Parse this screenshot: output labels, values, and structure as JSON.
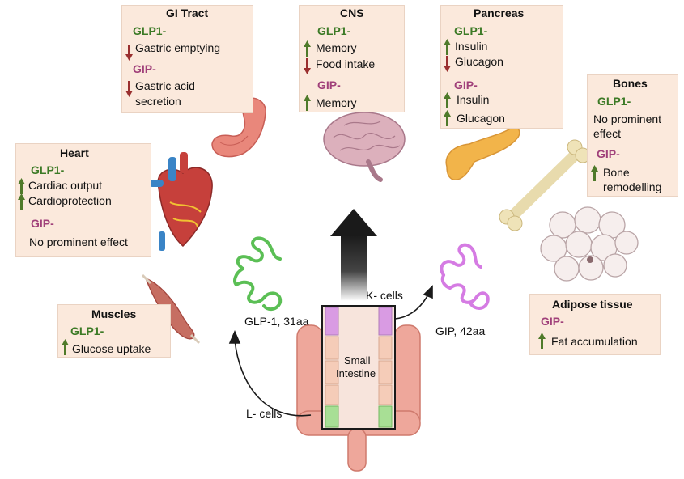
{
  "gi_tract": {
    "title": "GI Tract",
    "glp1_label": "GLP1-",
    "glp1_effects": [
      {
        "dir": "down",
        "text": "Gastric emptying"
      }
    ],
    "gip_label": "GIP-",
    "gip_effects": [
      {
        "dir": "down",
        "text": "Gastric acid"
      }
    ],
    "gip_effect_line2": "secretion"
  },
  "cns": {
    "title": "CNS",
    "glp1_label": "GLP1-",
    "glp1_effects": [
      {
        "dir": "up",
        "text": "Memory"
      },
      {
        "dir": "down",
        "text": "Food intake"
      }
    ],
    "gip_label": "GIP-",
    "gip_effects": [
      {
        "dir": "up",
        "text": "Memory"
      }
    ]
  },
  "pancreas": {
    "title": "Pancreas",
    "glp1_label": "GLP1-",
    "glp1_effects": [
      {
        "dir": "up",
        "text": "Insulin"
      },
      {
        "dir": "down",
        "text": "Glucagon"
      }
    ],
    "gip_label": "GIP-",
    "gip_effects": [
      {
        "dir": "up",
        "text": "Insulin"
      },
      {
        "dir": "up",
        "text": "Glucagon"
      }
    ]
  },
  "bones": {
    "title": "Bones",
    "glp1_label": "GLP1-",
    "glp1_effect_line1": "No prominent",
    "glp1_effect_line2": "effect",
    "gip_label": "GIP-",
    "gip_effects": [
      {
        "dir": "up",
        "text": "Bone"
      }
    ],
    "gip_effect_line2": "remodelling"
  },
  "heart": {
    "title": "Heart",
    "glp1_label": "GLP1-",
    "glp1_effects": [
      {
        "dir": "up",
        "text": "Cardiac output"
      },
      {
        "dir": "up",
        "text": "Cardioprotection"
      }
    ],
    "gip_label": "GIP-",
    "gip_effect": "No prominent effect"
  },
  "muscles": {
    "title": "Muscles",
    "glp1_label": "GLP1-",
    "glp1_effects": [
      {
        "dir": "up",
        "text": "Glucose uptake"
      }
    ]
  },
  "adipose": {
    "title": "Adipose tissue",
    "gip_label": "GIP-",
    "gip_effects": [
      {
        "dir": "up",
        "text": "Fat accumulation"
      }
    ]
  },
  "center": {
    "intestine_label_1": "Small",
    "intestine_label_2": "Intestine",
    "l_cells": "L- cells",
    "k_cells": "K- cells",
    "glp1_peptide": "GLP-1, 31aa",
    "gip_peptide": "GIP, 42aa"
  },
  "colors": {
    "panel_bg": "#fbe9dc",
    "glp1": "#3c7a26",
    "gip": "#a0407a",
    "up_arrow": "#4f7a2a",
    "down_arrow": "#9a2f2f"
  }
}
